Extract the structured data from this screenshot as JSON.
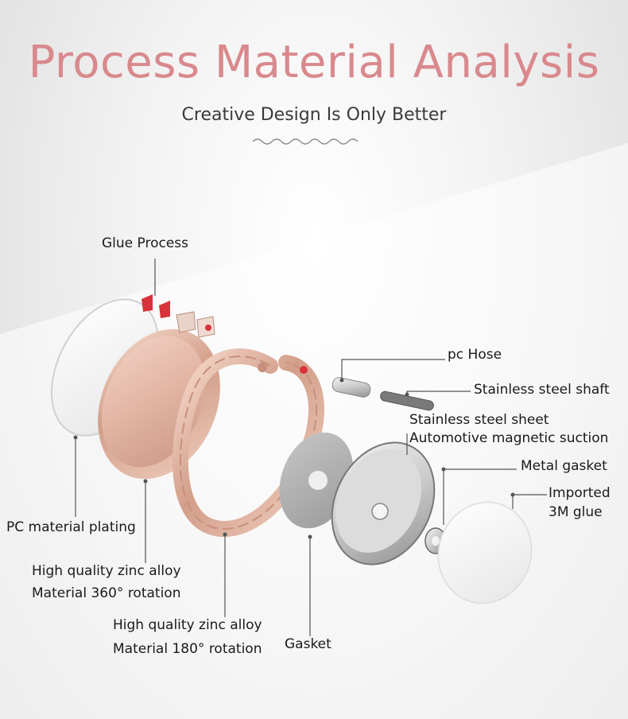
{
  "header": {
    "title": "Process Material Analysis",
    "subtitle": "Creative Design Is Only Better"
  },
  "labels": {
    "glue_process": "Glue Process",
    "pc_hose": "pc Hose",
    "stainless_shaft": "Stainless steel shaft",
    "stainless_sheet": "Stainless steel sheet",
    "magnetic_suction": "Automotive magnetic suction",
    "metal_gasket": "Metal gasket",
    "imported_line1": "Imported",
    "imported_line2": "3M glue",
    "pc_plating": "PC material plating",
    "zinc_360_line1": "High quality zinc alloy",
    "zinc_360_line2": "Material  360° rotation",
    "zinc_180_line1": "High quality zinc alloy",
    "zinc_180_line2": "Material  180° rotation",
    "gasket": "Gasket"
  },
  "colors": {
    "title": "#d9898d",
    "rose_gold": "#d9a896",
    "bow_red": "#d8323a",
    "leader_line": "#555555"
  }
}
